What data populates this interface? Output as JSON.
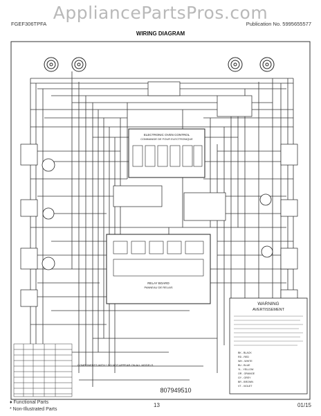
{
  "header": {
    "brand": "AppliancePartsPros.com",
    "model": "FGEF306TPFA",
    "publication": "Publication No. 5995655577",
    "title": "WIRING DIAGRAM"
  },
  "diagram": {
    "control_label": "ELECTRONIC OVEN CONTROL",
    "control_label_fr": "COMMANDE DE FOUR ELECTRONIQUE",
    "relay_board_label": "RELAY BOARD",
    "relay_board_label_fr": "PANNEAU DE RELAIS",
    "part_number": "807949510",
    "warning_title": "WARNING",
    "warning_title_fr": "AVERTISSEMENT",
    "color_legend": [
      "BK - BLACK",
      "RD - RED",
      "WH - WHITE",
      "BU - BLUE",
      "YL - YELLOW",
      "OR - ORANGE",
      "GY - GREY",
      "BR - BROWN",
      "VT - VIOLET"
    ],
    "note_1": "COMPONENTS WITH * DO NOT APPEAR ON ALL MODELS."
  },
  "footer": {
    "functional": "♦ Functional Parts",
    "non_illustrated": "* Non-Illustrated Parts",
    "page": "13",
    "date": "01/15"
  }
}
